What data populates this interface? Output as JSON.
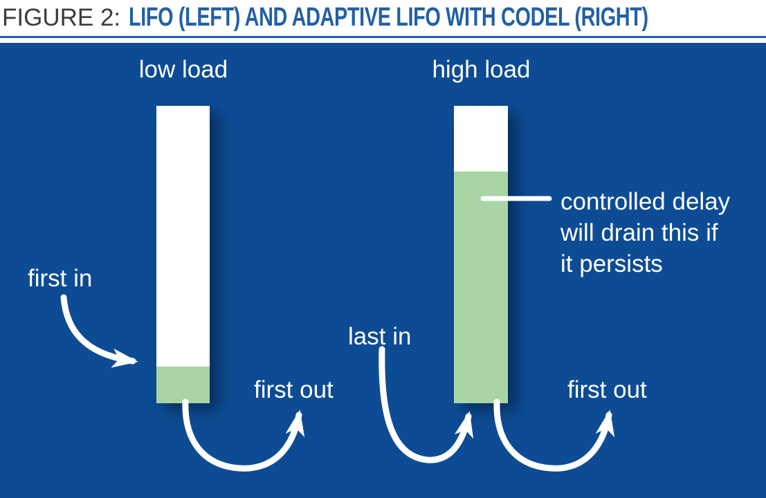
{
  "header": {
    "figure_label": "FIGURE 2:",
    "title": "LIFO (LEFT) AND ADAPTIVE LIFO WITH CODEL (RIGHT)"
  },
  "colors": {
    "panel_background": "#0d4c94",
    "title_text_blue": "#2160a6",
    "figure_label_gray": "#3b3b3d",
    "divider_blue": "#2160a6",
    "queue_empty_white": "#ffffff",
    "queue_fill_green": "#a9d5a5",
    "diagram_text_white": "#ffffff"
  },
  "diagram": {
    "left_queue": {
      "condition_label": "low load",
      "in_label": "first in",
      "out_label": "first out",
      "fill_level": "12.3%"
    },
    "right_queue": {
      "condition_label": "high load",
      "in_label": "last in",
      "out_label": "first out",
      "fill_level": "78%",
      "callout": {
        "line1": "controlled delay",
        "line2": "will drain this if",
        "line3": "it persists"
      }
    }
  }
}
